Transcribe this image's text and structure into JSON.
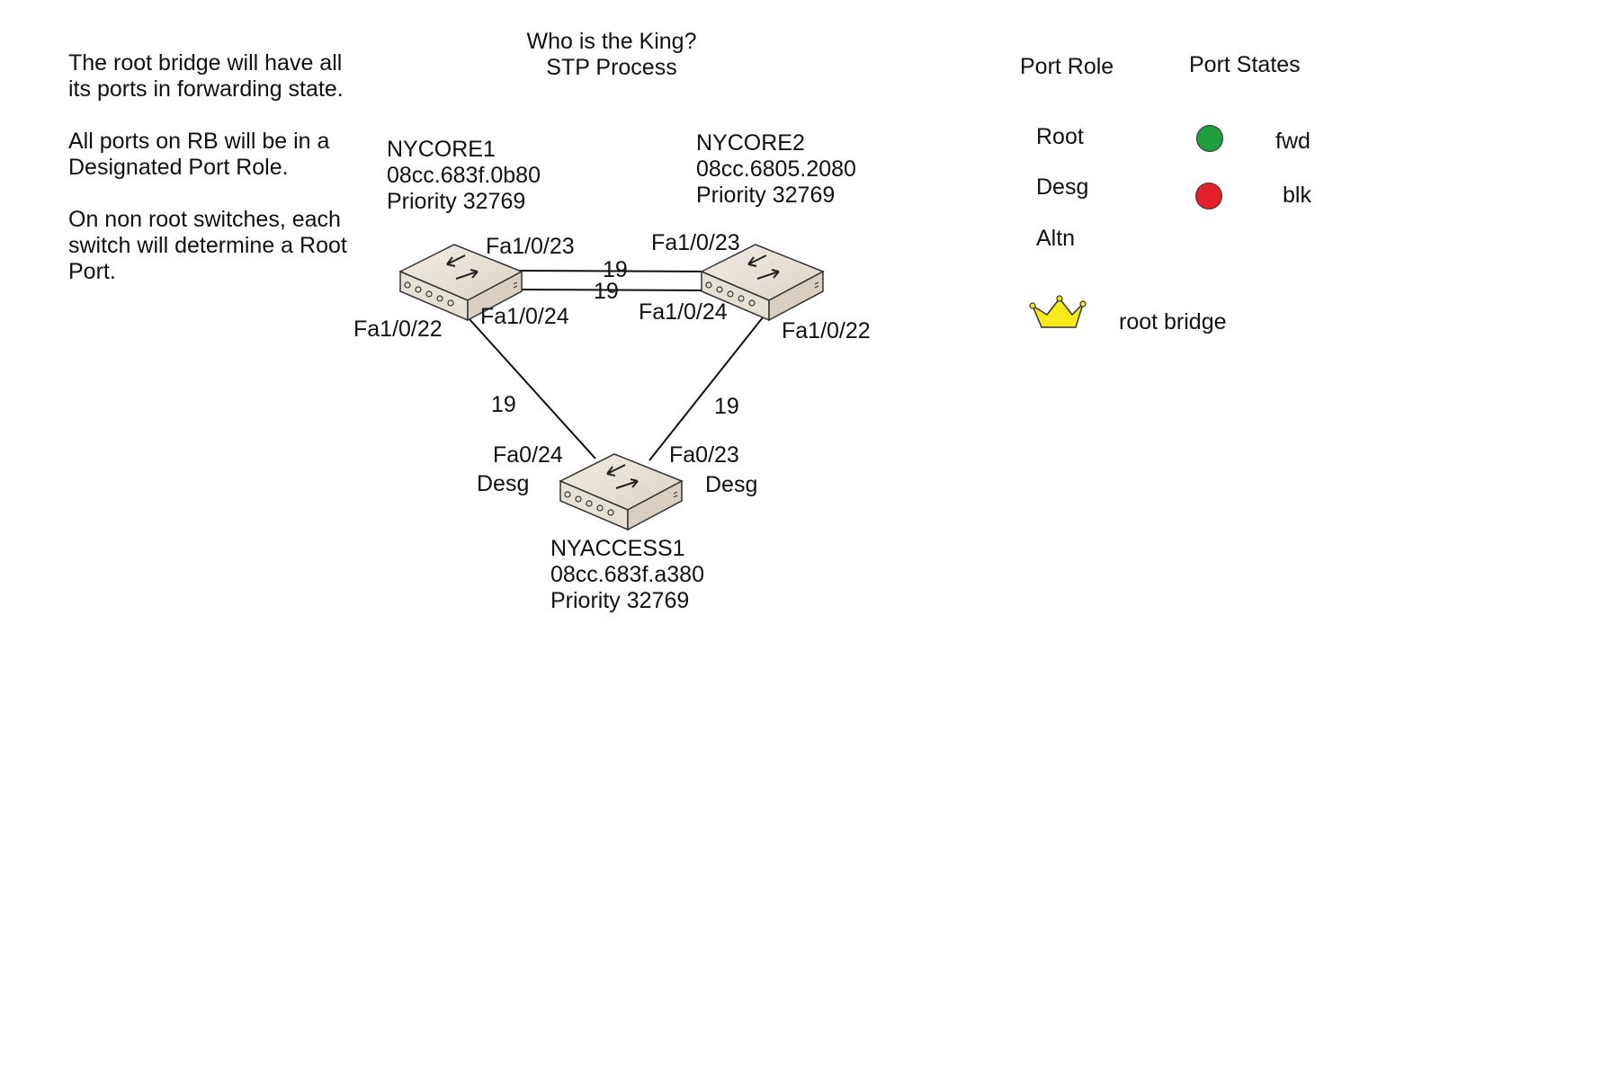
{
  "notes": [
    "The root bridge will have all its ports in forwarding state.",
    "All ports on RB will be in a Designated Port Role.",
    "On non root switches, each switch will determine a Root Port."
  ],
  "title": {
    "line1": "Who is the King?",
    "line2": "STP Process"
  },
  "switches": {
    "nycore1": {
      "name": "NYCORE1",
      "mac": "08cc.683f.0b80",
      "priority": "Priority 32769"
    },
    "nycore2": {
      "name": "NYCORE2",
      "mac": "08cc.6805.2080",
      "priority": "Priority 32769"
    },
    "nyaccess1": {
      "name": "NYACCESS1",
      "mac": "08cc.683f.a380",
      "priority": "Priority 32769"
    }
  },
  "ports": {
    "core1_fa23": "Fa1/0/23",
    "core1_fa24": "Fa1/0/24",
    "core1_fa22": "Fa1/0/22",
    "core2_fa23": "Fa1/0/23",
    "core2_fa24": "Fa1/0/24",
    "core2_fa22": "Fa1/0/22",
    "access_fa24": "Fa0/24",
    "access_fa23": "Fa0/23",
    "access_fa24_role": "Desg",
    "access_fa23_role": "Desg"
  },
  "costs": {
    "core_link_top": "19",
    "core_link_bottom": "19",
    "left_link": "19",
    "right_link": "19"
  },
  "legend": {
    "port_role_header": "Port Role",
    "port_states_header": "Port States",
    "roles": [
      "Root",
      "Desg",
      "Altn"
    ],
    "states": [
      {
        "label": "fwd",
        "color": "#1f9e3e"
      },
      {
        "label": "blk",
        "color": "#e2202a"
      }
    ],
    "root_bridge_label": "root bridge",
    "crown_color": "#f7ea1a"
  }
}
